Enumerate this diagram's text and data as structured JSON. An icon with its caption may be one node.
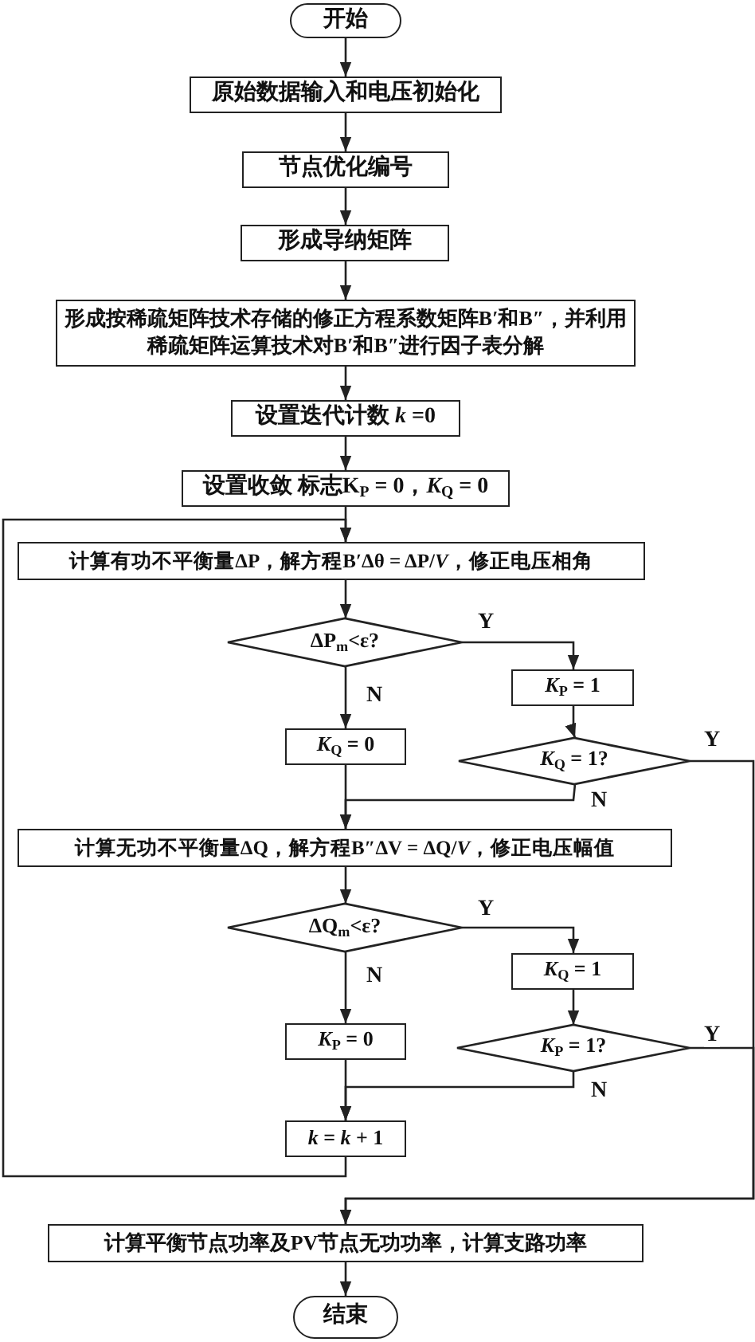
{
  "diagram": {
    "nodes": [
      {
        "text": [
          "开始"
        ]
      },
      {
        "text": [
          "原始数据输入和电压初始化"
        ]
      },
      {
        "text": [
          "节点优化编号"
        ]
      },
      {
        "text": [
          "形成导纳矩阵"
        ]
      },
      {
        "text": [
          "形成按稀疏矩阵技术存储的修正方程系数矩阵B′和B″，并利用稀疏矩阵运算技术对B′和B″进行因子表分解"
        ]
      },
      {
        "text": [
          "设置迭代计数 *k* =0"
        ]
      },
      {
        "text": [
          "设置收敛 标志K$_{P}$ = 0，*K*$_{Q}$ = 0"
        ]
      },
      {
        "text": [
          "计算有功不平衡量ΔP，解方程B′Δθ = ΔP/*V*，修正电压相角"
        ]
      },
      {
        "text": [
          "ΔP$_{m}$<ε?"
        ]
      },
      {
        "text": [
          "*K*$_{P}$ = 1"
        ]
      },
      {
        "text": [
          "*K*$_{Q}$ = 0"
        ]
      },
      {
        "text": [
          "*K*$_{Q}$ = 1?"
        ]
      },
      {
        "text": [
          "计算无功不平衡量ΔQ，解方程B″ΔV = ΔQ/*V*，修正电压幅值"
        ]
      },
      {
        "text": [
          "ΔQ$_{m}$<ε?"
        ]
      },
      {
        "text": [
          "*K*$_{Q}$ = 1"
        ]
      },
      {
        "text": [
          "*K*$_{P}$ = 0"
        ]
      },
      {
        "text": [
          "*K*$_{P}$ = 1?"
        ]
      },
      {
        "text": [
          "*k* = *k* + 1"
        ]
      },
      {
        "text": [
          "计算平衡节点功率及PV节点无功功率，计算支路功率"
        ]
      },
      {
        "text": [
          "结束"
        ]
      }
    ],
    "edges": [
      {
        "from": 0,
        "to": 1,
        "arrow": "to"
      },
      {
        "from": 1,
        "to": 2,
        "arrow": "to"
      },
      {
        "from": 2,
        "to": 3,
        "arrow": "to"
      },
      {
        "from": 3,
        "to": 4,
        "arrow": "to"
      },
      {
        "from": 4,
        "to": 5,
        "arrow": "to"
      },
      {
        "from": 5,
        "to": 6,
        "arrow": "to"
      },
      {
        "from": 6,
        "to": 7,
        "arrow": "to"
      },
      {
        "from": 17,
        "to": 7,
        "arrow": "to"
      },
      {
        "from": 7,
        "to": 8,
        "arrow": "to"
      },
      {
        "from": 8,
        "to": 9,
        "arrow": "to",
        "label": "Y"
      },
      {
        "from": 8,
        "to": 10,
        "arrow": "to",
        "label": "N"
      },
      {
        "from": 9,
        "to": 11,
        "arrow": "to"
      },
      {
        "from": 10,
        "to": 12,
        "arrow": "to"
      },
      {
        "from": 11,
        "to": 12,
        "arrow": "to",
        "label": "N"
      },
      {
        "from": 11,
        "to": 18,
        "arrow": "to",
        "label": "Y"
      },
      {
        "from": 12,
        "to": 13,
        "arrow": "to"
      },
      {
        "from": 13,
        "to": 14,
        "arrow": "to",
        "label": "Y"
      },
      {
        "from": 13,
        "to": 15,
        "arrow": "to",
        "label": "N"
      },
      {
        "from": 14,
        "to": 16,
        "arrow": "to"
      },
      {
        "from": 15,
        "to": 17,
        "arrow": "to"
      },
      {
        "from": 16,
        "to": 17,
        "arrow": "to",
        "label": "N"
      },
      {
        "from": 16,
        "to": 18,
        "arrow": "to",
        "label": "Y"
      },
      {
        "from": 18,
        "to": 19,
        "arrow": "to"
      }
    ]
  }
}
